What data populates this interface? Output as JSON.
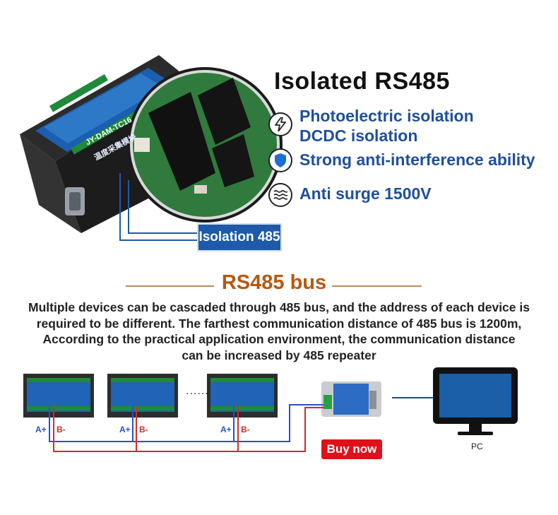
{
  "header": {
    "title": "Isolated RS485"
  },
  "features": [
    {
      "icon": "lightning-icon",
      "lines": [
        "Photoelectric isolation",
        "DCDC isolation"
      ]
    },
    {
      "icon": "shield-icon",
      "lines": [
        "Strong anti-interference ability"
      ]
    },
    {
      "icon": "surge-waves-icon",
      "lines": [
        "Anti surge 1500V"
      ]
    }
  ],
  "isolation_label": "Isolation 485",
  "device": {
    "model_label": "JY-DAM-TC16",
    "cn_label": "温度采集模块"
  },
  "bus": {
    "title": "RS485 bus",
    "description": [
      "Multiple devices can be cascaded through 485 bus, and the address of each device is",
      "required to be different. The farthest communication distance of 485 bus is 1200m,",
      "According to the practical application environment, the communication distance",
      "can be increased by 485 repeater"
    ],
    "a_label": "A+",
    "b_label": "B-",
    "ellipsis": "......",
    "buy_button": "Buy now",
    "pc_label": "PC"
  },
  "colors": {
    "accent_blue": "#1f4f9c",
    "bus_title": "#b8580f",
    "buy_red": "#e0101a",
    "wire_red": "#d42a2a",
    "wire_blue": "#2a4fd4"
  }
}
